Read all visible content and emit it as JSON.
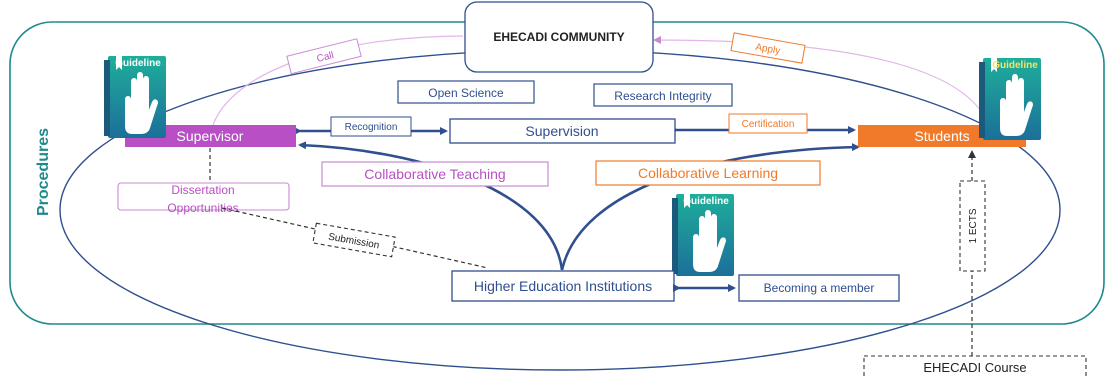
{
  "colors": {
    "teal": "#1e8a8c",
    "navy": "#2f4f8f",
    "purple": "#b84fc4",
    "orange": "#f07a2a",
    "dark": "#333333"
  },
  "title": "EHECADI COMMUNITY",
  "procedures_label": "Procedures",
  "supervisor": "Supervisor",
  "students": "Students",
  "supervision": "Supervision",
  "open_science": "Open Science",
  "research_integrity": "Research Integrity",
  "collab_teaching": "Collaborative Teaching",
  "collab_learning": "Collaborative Learning",
  "institutions": "Higher Education Institutions",
  "becoming_member": "Becoming a member",
  "dissertation_line1": "Dissertation",
  "dissertation_line2": "Opportunities",
  "call": "Call",
  "apply": "Apply",
  "recognition": "Recognition",
  "certification": "Certification",
  "submission": "Submission",
  "ects": "1 ECTS",
  "course": "EHECADI Course",
  "guideline": "Guideline",
  "icons": [
    "guideline-book-icon",
    "raised-hand-icon"
  ]
}
